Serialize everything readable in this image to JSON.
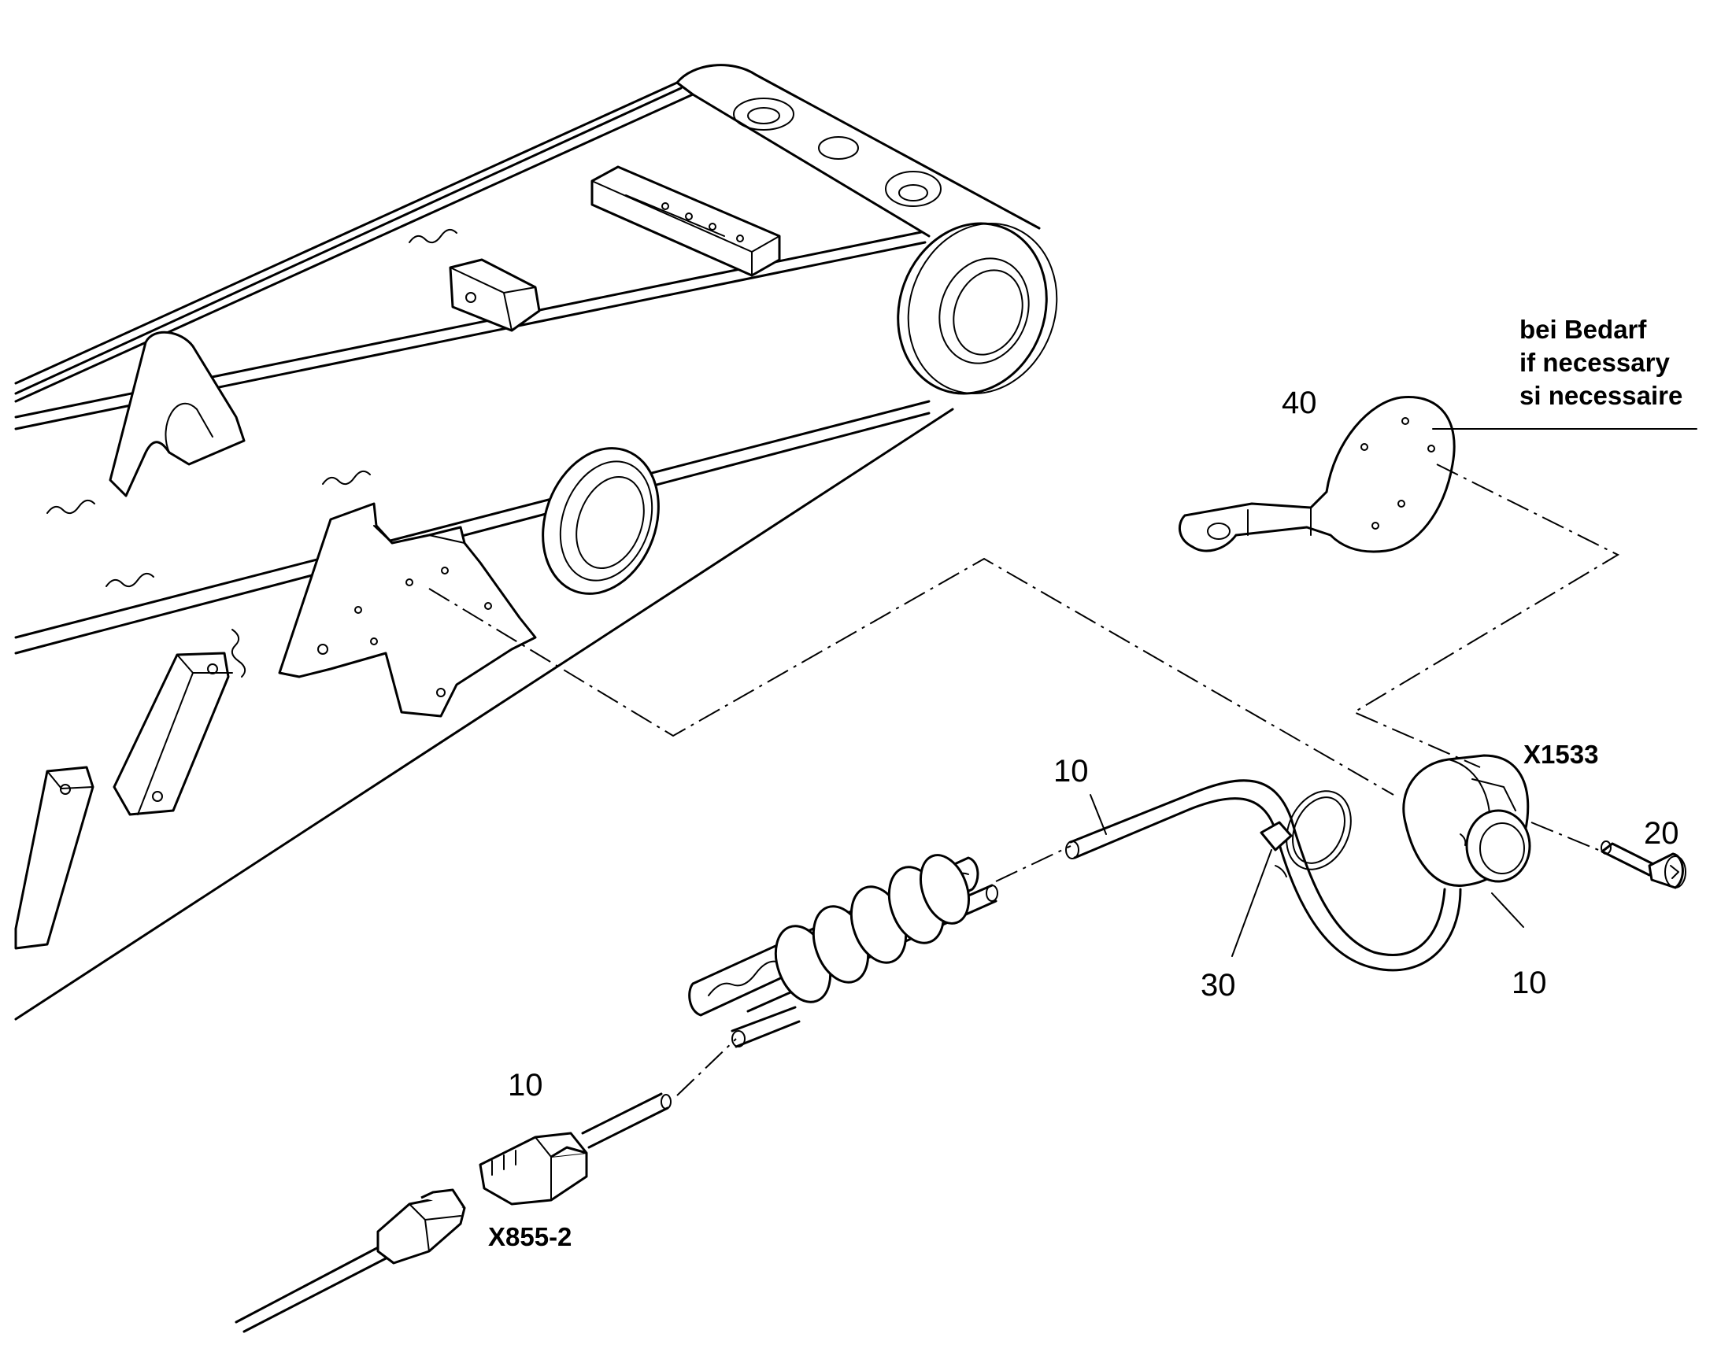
{
  "note": {
    "line1": "bei Bedarf",
    "line2": "if necessary",
    "line3": "si necessaire"
  },
  "callouts": {
    "item40": "40",
    "item10_cable": "10",
    "item10_socket": "10",
    "item10_plug": "10",
    "item20": "20",
    "item30": "30"
  },
  "connectors": {
    "socket": "X1533",
    "plug": "X855-2"
  }
}
